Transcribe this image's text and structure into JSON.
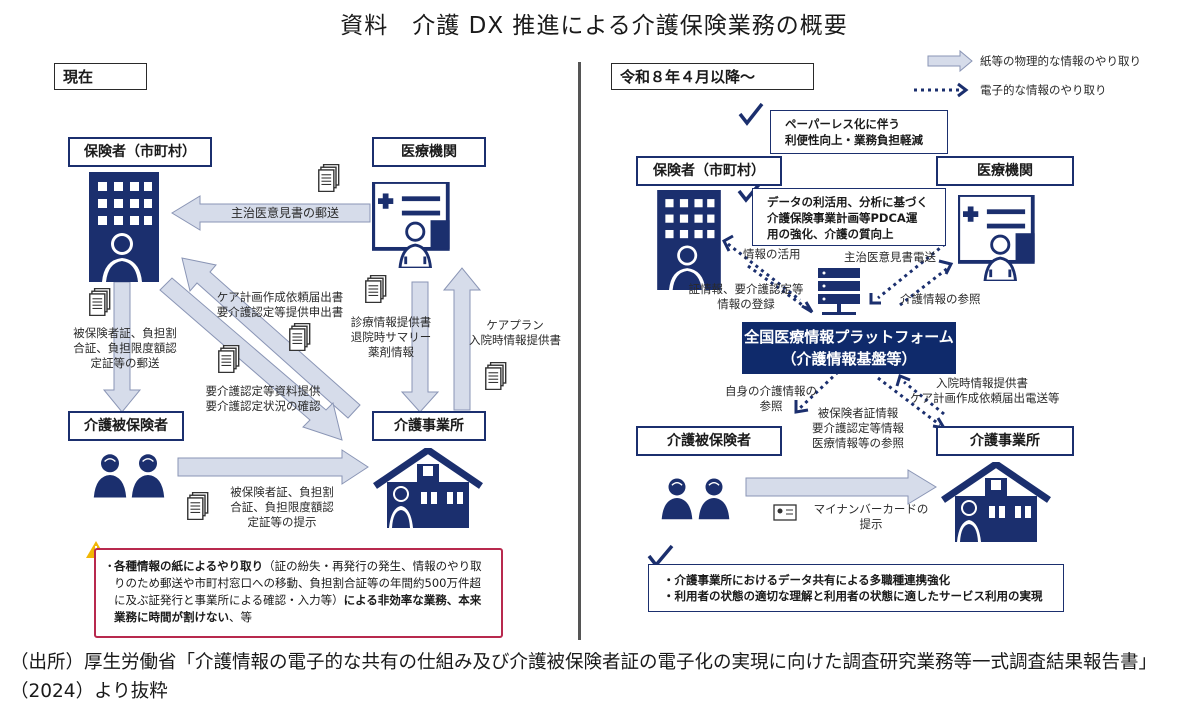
{
  "title": "資料　介護 DX 推進による介護保険業務の概要",
  "left": {
    "frame_label": "現在",
    "insurer": "保険者（市町村）",
    "medical": "医療機関",
    "insured": "介護被保険者",
    "office": "介護事業所",
    "arrow_opinion": "主治医意見書の郵送",
    "arrow_careplan_request": [
      "ケア計画作成依頼届出書",
      "要介護認定等提供申出書"
    ],
    "arrow_certs_mail": [
      "被保険者証、負担割",
      "合証、負担限度額認",
      "定証等の郵送"
    ],
    "arrow_level_info": [
      "要介護認定等資料提供",
      "要介護認定状況の確認"
    ],
    "arrow_medical_info": [
      "診療情報提供書",
      "退院時サマリー",
      "薬剤情報"
    ],
    "arrow_careplan": [
      "ケアプラン",
      "入院時情報提供書"
    ],
    "arrow_present": [
      "被保険者証、負担割",
      "合証、負担限度額認",
      "定証等の提示"
    ],
    "warning": {
      "bold_intro": "各種情報の紙によるやり取り",
      "text1": "（証の紛失・再発行の発生、情報のやり取りのため郵送や市町村窓口への移動、負担割合証等の年間約500万件超に及ぶ証発行と事業所による確認・入力等）",
      "bold_outro": "による非効率な業務、本来業務に時間が割けない",
      "text2": "、等"
    }
  },
  "right": {
    "frame_label": "令和８年４月以降～",
    "legend_physical": "紙等の物理的な情報のやり取り",
    "legend_digital": "電子的な情報のやり取り",
    "check_top": [
      "ペーパーレス化に伴う",
      "利便性向上・業務負担軽減"
    ],
    "insurer": "保険者（市町村）",
    "medical": "医療機関",
    "check_data": [
      "データの利活用、分析に基づく",
      "介護保険事業計画等PDCA運",
      "用の強化、介護の質向上"
    ],
    "info_use": "情報の活用",
    "opinion_send": "主治医意見書電送",
    "register": [
      "証情報、要介護認定等",
      "情報の登録"
    ],
    "care_ref": "介護情報の参照",
    "platform": [
      "全国医療情報プラットフォーム",
      "（介護情報基盤等）"
    ],
    "self_ref": [
      "自身の介護情報の",
      "参照"
    ],
    "office_send": [
      "入院時情報提供書",
      "ケア計画作成依頼届出電送等"
    ],
    "office_ref": [
      "被保険者証情報",
      "要介護認定等情報",
      "医療情報等の参照"
    ],
    "insured": "介護被保険者",
    "office": "介護事業所",
    "mynumber": [
      "マイナンバーカードの",
      "提示"
    ],
    "bottom_points": [
      "介護事業所におけるデータ共有による多職種連携強化",
      "利用者の状態の適切な理解と利用者の状態に適したサービス利用の実現"
    ]
  },
  "source": "（出所）厚生労働省「介護情報の電子的な共有の仕組み及び介護被保険者証の電子化の実現に向けた調査研究業務等一式調査結果報告書」（2024）より抜粋",
  "colors": {
    "navy": "#1b2f6e",
    "arrow_fill": "#d6dcea",
    "arrow_stroke": "#8a95b5",
    "warning_border": "#b8294e",
    "warning_icon": "#f2b705"
  },
  "icons": [
    "building-icon",
    "hospital-icon",
    "person-icon",
    "house-icon",
    "document-icon",
    "server-icon",
    "checkmark-icon",
    "warning-icon",
    "card-icon"
  ]
}
